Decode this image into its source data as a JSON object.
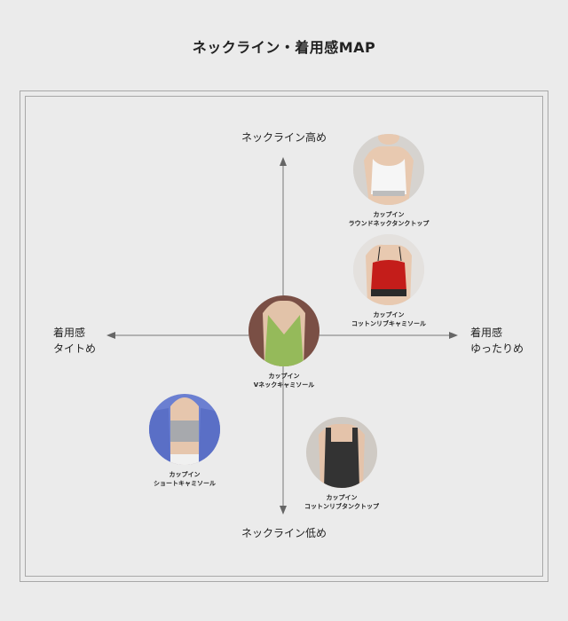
{
  "title": "ネックライン・着用感MAP",
  "axes": {
    "top": "ネックライン高め",
    "bottom": "ネックライン低め",
    "left_line1": "着用感",
    "left_line2": "タイトめ",
    "right_line1": "着用感",
    "right_line2": "ゆったりめ"
  },
  "products": [
    {
      "line1": "カップイン",
      "line2": "ラウンドネックタンクトップ",
      "garment_color": "#f6f6f6",
      "backdrop": "#d6d3cf"
    },
    {
      "line1": "カップイン",
      "line2": "コットンリブキャミソール",
      "garment_color": "#c41d1a",
      "backdrop": "#e4e1de"
    },
    {
      "line1": "カップイン",
      "line2": "Vネックキャミソール",
      "garment_color": "#95ba5a",
      "backdrop": "#7a4f45"
    },
    {
      "line1": "カップイン",
      "line2": "ショートキャミソール",
      "garment_color": "#a7a9ad",
      "backdrop": "#6b7fd1"
    },
    {
      "line1": "カップイン",
      "line2": "コットンリブタンクトップ",
      "garment_color": "#333333",
      "backdrop": "#cfcac4"
    }
  ]
}
